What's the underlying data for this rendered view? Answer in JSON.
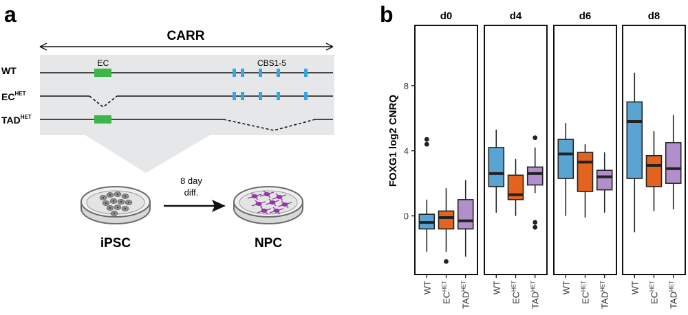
{
  "panel_a": {
    "label": "a",
    "region_label": "CARR",
    "element_ec": "EC",
    "element_cbs": "CBS1-5",
    "tracks": [
      {
        "base": "WT",
        "sup": ""
      },
      {
        "base": "EC",
        "sup": "HET"
      },
      {
        "base": "TAD",
        "sup": "HET"
      }
    ],
    "start_cell": "iPSC",
    "end_cell": "NPC",
    "arrow_text_line1": "8 day",
    "arrow_text_line2": "diff."
  },
  "panel_b": {
    "label": "b"
  },
  "colors": {
    "wt": "#5aa4d4",
    "ec_het": "#e2641f",
    "tad_het": "#b18fca",
    "ec_element": "#3cb64a",
    "cbs_element": "#35a7df",
    "region_bg": "#e6e7e8",
    "ipsc_cell": "#8c8c8c",
    "npc_cell": "#8f3aa3"
  },
  "chart_data": {
    "type": "box",
    "title": "",
    "ylabel": "FOXG1 log2 CNRQ",
    "xlabel": "",
    "ylim": [
      -3.6,
      11.7
    ],
    "yticks": [
      0,
      4,
      8
    ],
    "categories": [
      {
        "base": "WT",
        "sup": ""
      },
      {
        "base": "EC",
        "sup": "HET"
      },
      {
        "base": "TAD",
        "sup": "HET"
      }
    ],
    "facets": [
      {
        "name": "d0",
        "boxes": [
          {
            "group": "WT",
            "whisker_low": -2.2,
            "q1": -0.8,
            "median": -0.4,
            "q3": 0.1,
            "whisker_high": 1.0,
            "outliers": [
              4.4,
              4.7
            ]
          },
          {
            "group": "EC_HET",
            "whisker_low": -2.2,
            "q1": -0.8,
            "median": -0.1,
            "q3": 0.3,
            "whisker_high": 1.7,
            "outliers": [
              -2.8
            ]
          },
          {
            "group": "TAD_HET",
            "whisker_low": -2.5,
            "q1": -0.8,
            "median": -0.3,
            "q3": 1.0,
            "whisker_high": 2.2,
            "outliers": []
          }
        ]
      },
      {
        "name": "d4",
        "boxes": [
          {
            "group": "WT",
            "whisker_low": 0.2,
            "q1": 1.8,
            "median": 2.6,
            "q3": 4.2,
            "whisker_high": 5.3,
            "outliers": []
          },
          {
            "group": "EC_HET",
            "whisker_low": 0.0,
            "q1": 1.0,
            "median": 1.3,
            "q3": 2.5,
            "whisker_high": 3.5,
            "outliers": []
          },
          {
            "group": "TAD_HET",
            "whisker_low": 1.4,
            "q1": 1.9,
            "median": 2.6,
            "q3": 3.0,
            "whisker_high": 4.2,
            "outliers": [
              4.8,
              -0.4,
              -0.7
            ]
          }
        ]
      },
      {
        "name": "d6",
        "boxes": [
          {
            "group": "WT",
            "whisker_low": 0.0,
            "q1": 2.3,
            "median": 3.8,
            "q3": 4.7,
            "whisker_high": 5.7,
            "outliers": []
          },
          {
            "group": "EC_HET",
            "whisker_low": -0.1,
            "q1": 1.5,
            "median": 3.3,
            "q3": 3.9,
            "whisker_high": 4.4,
            "outliers": []
          },
          {
            "group": "TAD_HET",
            "whisker_low": 0.2,
            "q1": 1.6,
            "median": 2.4,
            "q3": 2.8,
            "whisker_high": 3.9,
            "outliers": []
          }
        ]
      },
      {
        "name": "d8",
        "boxes": [
          {
            "group": "WT",
            "whisker_low": -1.0,
            "q1": 2.3,
            "median": 5.8,
            "q3": 7.0,
            "whisker_high": 8.8,
            "outliers": []
          },
          {
            "group": "EC_HET",
            "whisker_low": 0.3,
            "q1": 1.8,
            "median": 3.1,
            "q3": 3.7,
            "whisker_high": 5.2,
            "outliers": []
          },
          {
            "group": "TAD_HET",
            "whisker_low": 0.4,
            "q1": 2.0,
            "median": 2.9,
            "q3": 4.5,
            "whisker_high": 6.2,
            "outliers": []
          }
        ]
      }
    ]
  }
}
